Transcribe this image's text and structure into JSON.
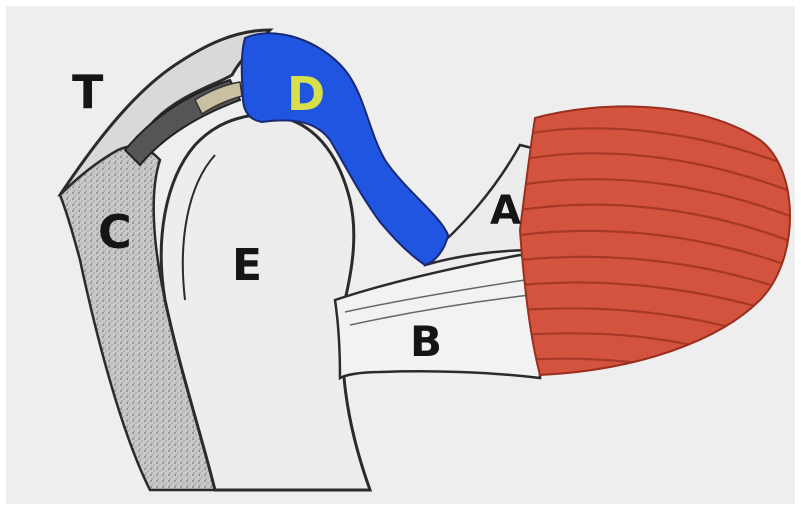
{
  "diagram": {
    "labels": {
      "t": "T",
      "c": "C",
      "d": "D",
      "e": "E",
      "a": "A",
      "b": "B"
    },
    "colors": {
      "background": "#edeeed",
      "muscle": "#d4533e",
      "muscle_fiber": "#9a2f1f",
      "disc": "#1f55e0",
      "disc_label": "#d7e04a",
      "outline": "#2b2b2b",
      "bone_shading": "#8c8c8c"
    }
  }
}
